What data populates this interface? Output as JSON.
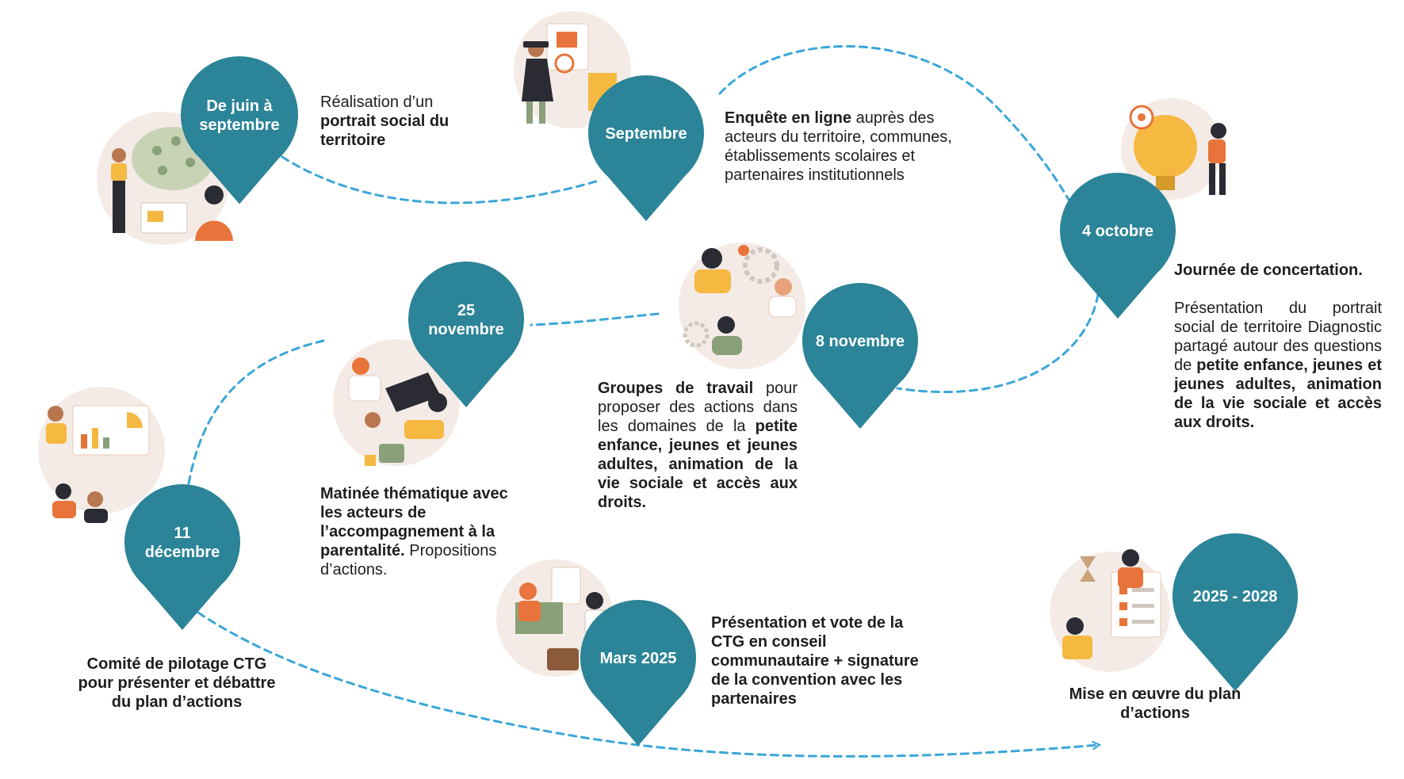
{
  "colors": {
    "pin": "#2b8497",
    "path": "#3ba6d8",
    "illustration_bg": "#f4ebe6",
    "orange": "#e8743b",
    "yellow": "#f5b841",
    "dark": "#2b2b33",
    "skin": "#b9774f",
    "green": "#8aa07a"
  },
  "milestones": [
    {
      "date_lines": [
        "De juin à",
        "septembre"
      ],
      "text": [
        {
          "t": "Réalisation d’un ",
          "b": false
        },
        {
          "t": "portrait social du territoire",
          "b": true
        }
      ]
    },
    {
      "date_lines": [
        "Septembre"
      ],
      "text": [
        {
          "t": "Enquête en ligne",
          "b": true
        },
        {
          "t": " auprès des acteurs du territoire, communes, établissements scolaires et partenaires institutionnels",
          "b": false
        }
      ]
    },
    {
      "date_lines": [
        "4 octobre"
      ],
      "title": "Journée de concertation.",
      "text": [
        {
          "t": "Présentation du portrait social de territoire Diagnostic partagé autour des questions de ",
          "b": false
        },
        {
          "t": "petite enfance, jeunes et jeunes adultes, animation de la vie sociale et accès aux droits.",
          "b": true
        }
      ]
    },
    {
      "date_lines": [
        "8 novembre"
      ],
      "text": [
        {
          "t": "Groupes de travail",
          "b": true
        },
        {
          "t": " pour proposer des actions dans les domaines de la ",
          "b": false
        },
        {
          "t": "petite enfance, jeunes et jeunes adultes, animation de la vie sociale et accès aux droits.",
          "b": true
        }
      ]
    },
    {
      "date_lines": [
        "25",
        "novembre"
      ],
      "text": [
        {
          "t": "Matinée thématique avec les acteurs de l’accompagnement à la parentalité.",
          "b": true
        },
        {
          "t": " Propositions d’actions.",
          "b": false
        }
      ]
    },
    {
      "date_lines": [
        "11",
        "décembre"
      ],
      "text": [
        {
          "t": "Comité de pilotage CTG pour présenter et débattre du plan d’actions",
          "b": true
        }
      ]
    },
    {
      "date_lines": [
        "Mars 2025"
      ],
      "text": [
        {
          "t": "Présentation et vote de la CTG en conseil communautaire + signature de la convention avec les partenaires",
          "b": true
        }
      ]
    },
    {
      "date_lines": [
        "2025 - 2028"
      ],
      "text": [
        {
          "t": "Mise en œuvre du plan d’actions",
          "b": true
        }
      ]
    }
  ]
}
